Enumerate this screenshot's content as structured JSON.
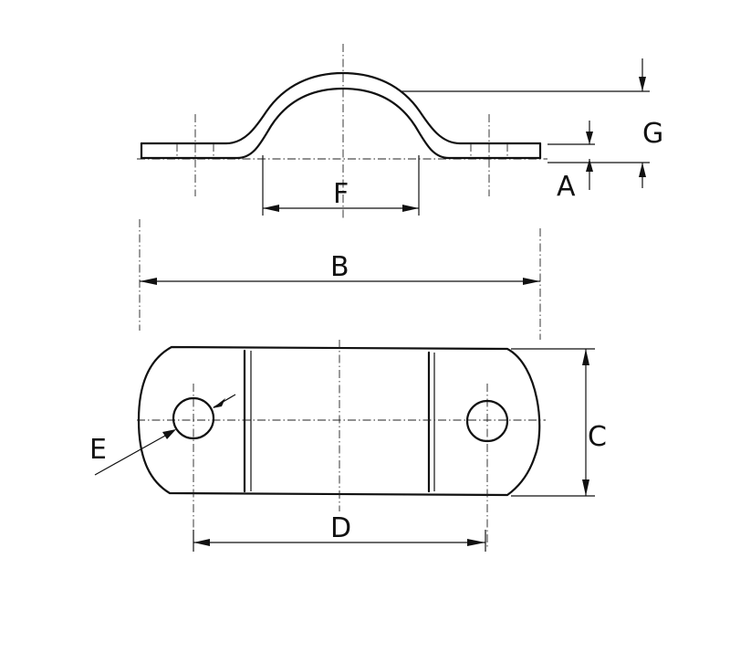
{
  "labels": {
    "A": "A",
    "B": "B",
    "C": "C",
    "D": "D",
    "E": "E",
    "F": "F",
    "G": "G"
  }
}
